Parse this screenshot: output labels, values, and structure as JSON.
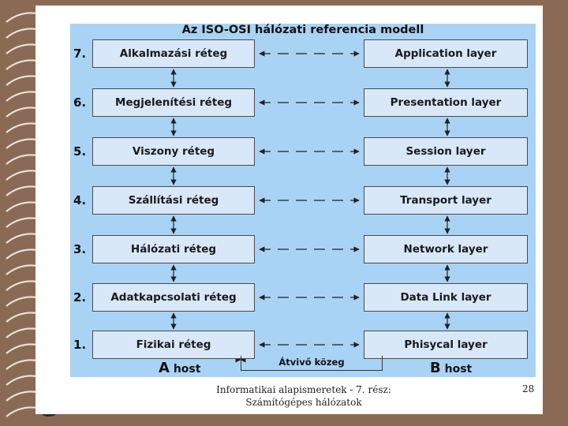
{
  "title": "Az ISO-OSI hálózati referencia modell",
  "layers": [
    {
      "num": "7.",
      "left": "Alkalmazási réteg",
      "right": "Application layer"
    },
    {
      "num": "6.",
      "left": "Megjelenítési réteg",
      "right": "Presentation layer"
    },
    {
      "num": "5.",
      "left": "Viszony réteg",
      "right": "Session layer"
    },
    {
      "num": "4.",
      "left": "Szállítási réteg",
      "right": "Transport layer"
    },
    {
      "num": "3.",
      "left": "Hálózati réteg",
      "right": "Network layer"
    },
    {
      "num": "2.",
      "left": "Adatkapcsolati réteg",
      "right": "Data Link layer"
    },
    {
      "num": "1.",
      "left": "Fizikai réteg",
      "right": "Phisycal layer"
    }
  ],
  "host_a": {
    "letter": "A",
    "word": "host"
  },
  "host_b": {
    "letter": "B",
    "word": "host"
  },
  "medium": "Átvivő közeg",
  "footer": {
    "line1": "Informatikai alapismeretek - 7. rész:",
    "line2": "Számítógépes hálózatok",
    "page": "28"
  },
  "colors": {
    "diagram_bg": "#a9d3f5",
    "box_bg": "#d8e8f9",
    "slide_bg": "#ffffff",
    "frame_bg": "#8b6a55"
  }
}
